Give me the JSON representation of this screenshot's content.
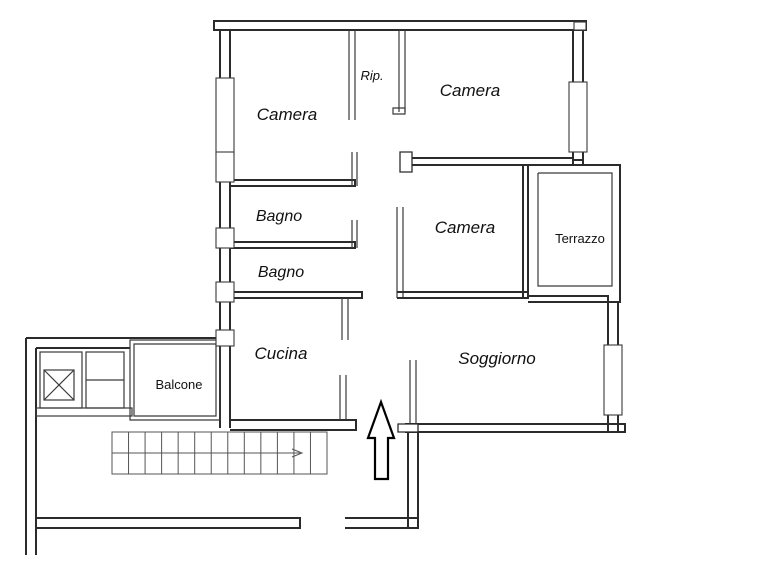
{
  "rooms": {
    "camera_top_left": "Camera",
    "ripostiglio": "Rip.",
    "camera_top_right": "Camera",
    "bagno_1": "Bagno",
    "bagno_2": "Bagno",
    "camera_middle": "Camera",
    "terrazzo": "Terrazzo",
    "cucina": "Cucina",
    "balcone": "Balcone",
    "soggiorno": "Soggiorno"
  },
  "colors": {
    "wall": "#2b2b2b",
    "background": "#ffffff",
    "arrow": "#000000"
  },
  "icons": {
    "entrance": "entrance-arrow-icon",
    "elevator": "elevator-icon",
    "stairs": "stairs-icon"
  }
}
